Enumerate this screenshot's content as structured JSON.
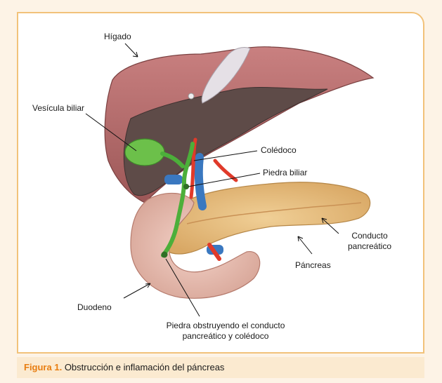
{
  "labels": {
    "liver": "Hígado",
    "gallbladder": "Vesícula biliar",
    "common_bile_duct": "Colédoco",
    "gallstone": "Piedra biliar",
    "pancreatic_duct_line1": "Conducto",
    "pancreatic_duct_line2": "pancreático",
    "pancreas": "Páncreas",
    "duodenum": "Duodeno",
    "obstructing_stone_line1": "Piedra obstruyendo el conducto",
    "obstructing_stone_line2": "pancreático y colédoco"
  },
  "caption": {
    "figure_label": "Figura 1.",
    "text": "Obstrucción e inflamación del páncreas"
  },
  "colors": {
    "page_background": "#fdf3e6",
    "panel_border": "#f2c27a",
    "caption_background": "#fbead0",
    "caption_accent": "#e87d10",
    "liver_outer": "#b86a6a",
    "liver_inner": "#5e4b48",
    "gallbladder": "#6cc04a",
    "bile_duct": "#4caf3a",
    "pancreas": "#e8c48a",
    "duodenum": "#ecc3b8",
    "artery": "#e03a2a",
    "vein": "#3a78c0"
  }
}
